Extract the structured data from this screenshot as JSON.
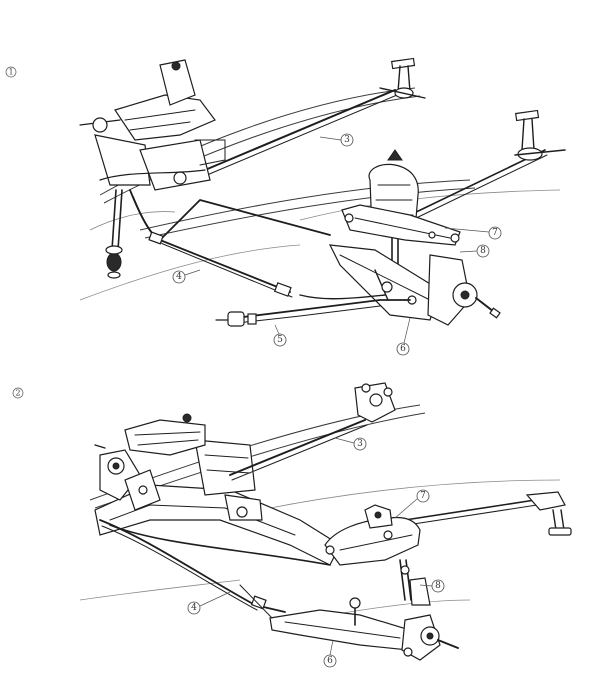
{
  "panels": [
    {
      "label": "1",
      "callouts": [
        {
          "key": "c3",
          "text": "3"
        },
        {
          "key": "c4",
          "text": "4"
        },
        {
          "key": "c5",
          "text": "5"
        },
        {
          "key": "c6",
          "text": "6"
        },
        {
          "key": "c7",
          "text": "7"
        },
        {
          "key": "c8",
          "text": "8"
        }
      ]
    },
    {
      "label": "2",
      "callouts": [
        {
          "key": "c3",
          "text": "3"
        },
        {
          "key": "c4",
          "text": "4"
        },
        {
          "key": "c6",
          "text": "6"
        },
        {
          "key": "c7",
          "text": "7"
        },
        {
          "key": "c8",
          "text": "8"
        }
      ]
    }
  ],
  "colors": {
    "ink": "#1e1e1e",
    "paper": "#ffffff"
  }
}
